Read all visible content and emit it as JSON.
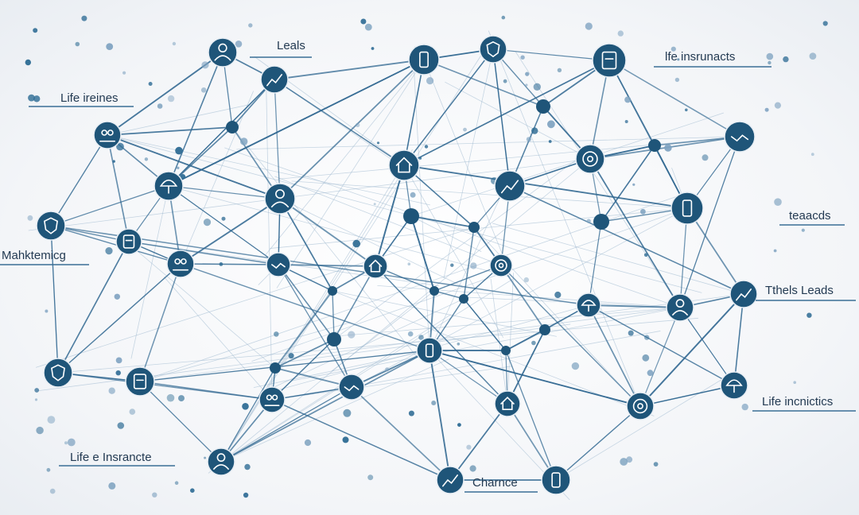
{
  "colors": {
    "node": "#1f5579",
    "node_stroke": "#e8eef4",
    "edge_dark": "#2e6690",
    "edge_light": "#9db8cf",
    "dot": "#2c6a93",
    "dot_light": "#7ea2c0",
    "label_line": "#3a6e96"
  },
  "labels": [
    {
      "id": "label-leals",
      "text": "Leals",
      "icon": "none"
    },
    {
      "id": "label-life-ireines",
      "text": "Life ireines",
      "icon": "none"
    },
    {
      "id": "label-mahktemicg",
      "text": "Mahktemicg",
      "icon": "none"
    },
    {
      "id": "label-lfe-insrunacts",
      "text": "lfe insrunacts",
      "icon": "none"
    },
    {
      "id": "label-teaacds",
      "text": "teaacds",
      "icon": "none"
    },
    {
      "id": "label-tthels-leads",
      "text": "Tthels Leads",
      "icon": "none"
    },
    {
      "id": "label-life-incnictics",
      "text": "Life incnictics",
      "icon": "none"
    },
    {
      "id": "label-life-e-insrancte",
      "text": "Life e Insrancte",
      "icon": "none"
    },
    {
      "id": "label-charnce",
      "text": "Charnce",
      "icon": "none"
    }
  ],
  "icons": [
    "person-icon",
    "chart-icon",
    "phone-icon",
    "shield-icon",
    "document-icon",
    "people-icon",
    "handshake-icon",
    "house-icon",
    "target-icon",
    "umbrella-icon"
  ]
}
